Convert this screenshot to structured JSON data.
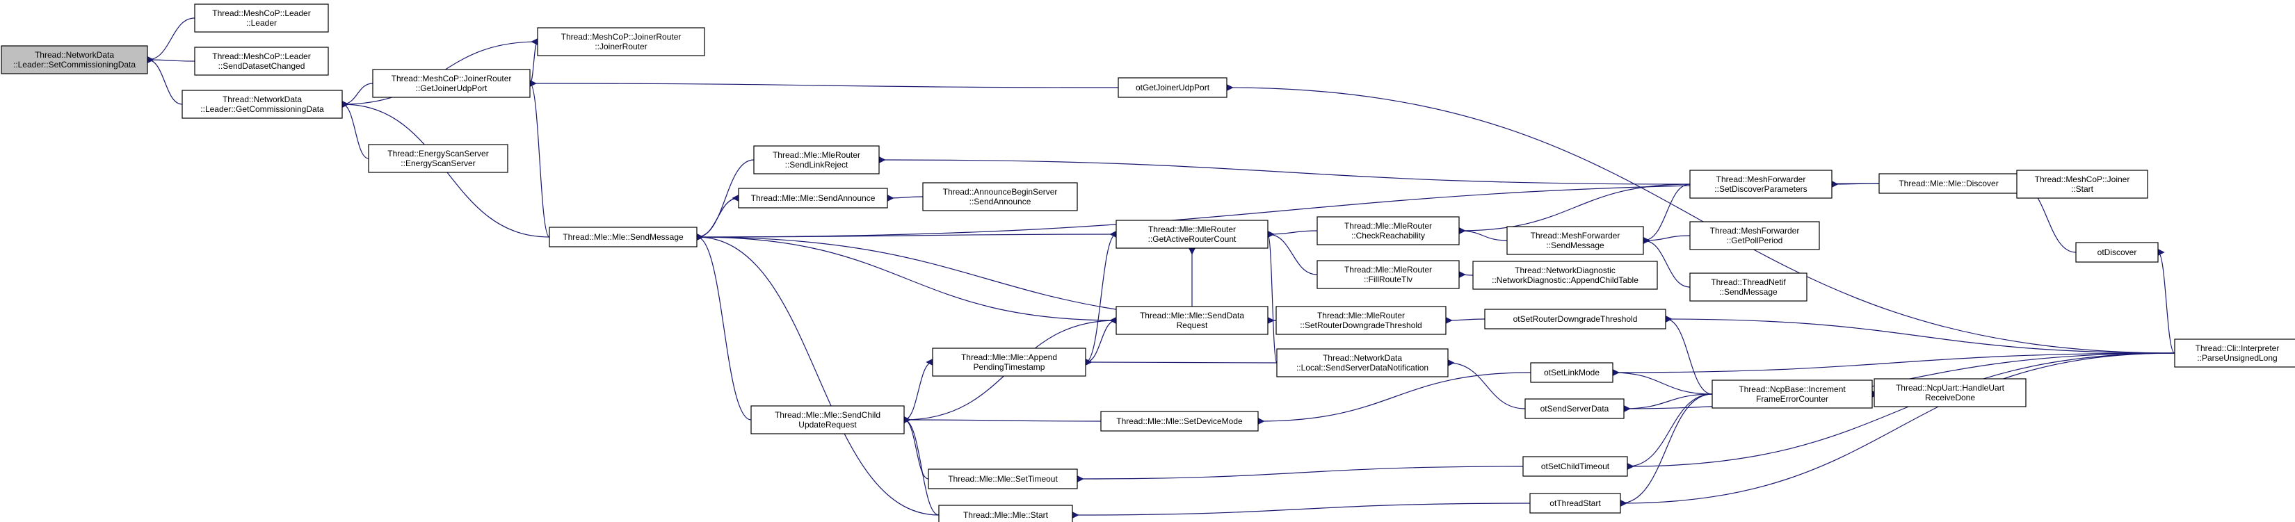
{
  "diagram": {
    "edge_color": "#191970",
    "focus_fill": "#bfbfbf",
    "nodes": [
      {
        "id": "n0",
        "label": [
          "Thread::NetworkData",
          "::Leader::SetCommissioningData"
        ],
        "focus": true
      },
      {
        "id": "n1",
        "label": [
          "Thread::MeshCoP::Leader",
          "::Leader"
        ]
      },
      {
        "id": "n2",
        "label": [
          "Thread::MeshCoP::Leader",
          "::SendDatasetChanged"
        ]
      },
      {
        "id": "n3",
        "label": [
          "Thread::NetworkData",
          "::Leader::GetCommissioningData"
        ]
      },
      {
        "id": "n4",
        "label": [
          "Thread::MeshCoP::JoinerRouter",
          "::JoinerRouter"
        ]
      },
      {
        "id": "n5",
        "label": [
          "Thread::MeshCoP::JoinerRouter",
          "::GetJoinerUdpPort"
        ]
      },
      {
        "id": "n6",
        "label": [
          "Thread::EnergyScanServer",
          "::EnergyScanServer"
        ]
      },
      {
        "id": "n7",
        "label": [
          "otGetJoinerUdpPort"
        ]
      },
      {
        "id": "n8",
        "label": [
          "Thread::Mle::Mle::SendMessage"
        ]
      },
      {
        "id": "n9",
        "label": [
          "Thread::Mle::MleRouter",
          "::SendLinkReject"
        ]
      },
      {
        "id": "n10",
        "label": [
          "Thread::Mle::Mle::SendAnnounce"
        ]
      },
      {
        "id": "n11",
        "label": [
          "Thread::AnnounceBeginServer",
          "::SendAnnounce"
        ]
      },
      {
        "id": "n12",
        "label": [
          "Thread::Mle::MleRouter",
          "::GetActiveRouterCount"
        ]
      },
      {
        "id": "n13",
        "label": [
          "Thread::Mle::Mle::SendData",
          "Request"
        ]
      },
      {
        "id": "n14",
        "label": [
          "Thread::Mle::Mle::Append",
          "PendingTimestamp"
        ]
      },
      {
        "id": "n15",
        "label": [
          "Thread::Mle::Mle::SendChild",
          "UpdateRequest"
        ]
      },
      {
        "id": "n16",
        "label": [
          "Thread::Mle::Mle::SetDeviceMode"
        ]
      },
      {
        "id": "n17",
        "label": [
          "Thread::Mle::Mle::SetTimeout"
        ]
      },
      {
        "id": "n18",
        "label": [
          "Thread::Mle::Mle::Start"
        ]
      },
      {
        "id": "n19",
        "label": [
          "Thread::Mle::MleRouter",
          "::CheckReachability"
        ]
      },
      {
        "id": "n20",
        "label": [
          "Thread::Mle::MleRouter",
          "::FillRouteTlv"
        ]
      },
      {
        "id": "n21",
        "label": [
          "Thread::Mle::MleRouter",
          "::SetRouterDowngradeThreshold"
        ]
      },
      {
        "id": "n22",
        "label": [
          "Thread::NetworkData",
          "::Local::SendServerDataNotification"
        ]
      },
      {
        "id": "n23",
        "label": [
          "Thread::MeshForwarder",
          "::SendMessage"
        ]
      },
      {
        "id": "n24",
        "label": [
          "Thread::NetworkDiagnostic",
          "::NetworkDiagnostic::AppendChildTable"
        ]
      },
      {
        "id": "n25",
        "label": [
          "otSetRouterDowngradeThreshold"
        ]
      },
      {
        "id": "n26",
        "label": [
          "otSetLinkMode"
        ]
      },
      {
        "id": "n27",
        "label": [
          "otSendServerData"
        ]
      },
      {
        "id": "n28",
        "label": [
          "otSetChildTimeout"
        ]
      },
      {
        "id": "n29",
        "label": [
          "otThreadStart"
        ]
      },
      {
        "id": "n30",
        "label": [
          "Thread::MeshForwarder",
          "::SetDiscoverParameters"
        ]
      },
      {
        "id": "n31",
        "label": [
          "Thread::MeshForwarder",
          "::GetPollPeriod"
        ]
      },
      {
        "id": "n32",
        "label": [
          "Thread::ThreadNetif",
          "::SendMessage"
        ]
      },
      {
        "id": "n33",
        "label": [
          "Thread::NcpBase::Increment",
          "FrameErrorCounter"
        ]
      },
      {
        "id": "n34",
        "label": [
          "Thread::Mle::Mle::Discover"
        ]
      },
      {
        "id": "n35",
        "label": [
          "Thread::MeshCoP::Joiner",
          "::Start"
        ]
      },
      {
        "id": "n36",
        "label": [
          "otDiscover"
        ]
      },
      {
        "id": "n37",
        "label": [
          "Thread::NcpUart::HandleUart",
          "ReceiveDone"
        ]
      },
      {
        "id": "n38",
        "label": [
          "Thread::Cli::Interpreter",
          "::ParseUnsignedLong"
        ]
      }
    ],
    "edges": [
      [
        "n1",
        "n0"
      ],
      [
        "n2",
        "n0"
      ],
      [
        "n3",
        "n0"
      ],
      [
        "n4",
        "n3"
      ],
      [
        "n5",
        "n3"
      ],
      [
        "n6",
        "n3"
      ],
      [
        "n8",
        "n3"
      ],
      [
        "n5",
        "n4"
      ],
      [
        "n7",
        "n5"
      ],
      [
        "n8",
        "n5"
      ],
      [
        "n38",
        "n7"
      ],
      [
        "n34",
        "n8"
      ],
      [
        "n9",
        "n8"
      ],
      [
        "n10",
        "n8"
      ],
      [
        "n12",
        "n8"
      ],
      [
        "n13",
        "n8"
      ],
      [
        "n15",
        "n8"
      ],
      [
        "n18",
        "n8"
      ],
      [
        "n21",
        "n8"
      ],
      [
        "n30",
        "n9"
      ],
      [
        "n8",
        "n10"
      ],
      [
        "n11",
        "n10"
      ],
      [
        "n13",
        "n12"
      ],
      [
        "n14",
        "n12"
      ],
      [
        "n22",
        "n12"
      ],
      [
        "n19",
        "n12"
      ],
      [
        "n20",
        "n12"
      ],
      [
        "n14",
        "n13"
      ],
      [
        "n15",
        "n13"
      ],
      [
        "n21",
        "n13"
      ],
      [
        "n15",
        "n14"
      ],
      [
        "n16",
        "n15"
      ],
      [
        "n17",
        "n15"
      ],
      [
        "n18",
        "n15"
      ],
      [
        "n22",
        "n14"
      ],
      [
        "n26",
        "n16"
      ],
      [
        "n28",
        "n17"
      ],
      [
        "n29",
        "n18"
      ],
      [
        "n23",
        "n19"
      ],
      [
        "n30",
        "n19"
      ],
      [
        "n24",
        "n20"
      ],
      [
        "n25",
        "n21"
      ],
      [
        "n27",
        "n22"
      ],
      [
        "n30",
        "n23"
      ],
      [
        "n31",
        "n23"
      ],
      [
        "n32",
        "n23"
      ],
      [
        "n34",
        "n30"
      ],
      [
        "n38",
        "n25"
      ],
      [
        "n33",
        "n25"
      ],
      [
        "n33",
        "n26"
      ],
      [
        "n38",
        "n26"
      ],
      [
        "n33",
        "n27"
      ],
      [
        "n38",
        "n27"
      ],
      [
        "n33",
        "n28"
      ],
      [
        "n38",
        "n28"
      ],
      [
        "n33",
        "n29"
      ],
      [
        "n38",
        "n29"
      ],
      [
        "n37",
        "n33"
      ],
      [
        "n35",
        "n34"
      ],
      [
        "n36",
        "n34"
      ],
      [
        "n38",
        "n36"
      ]
    ]
  }
}
